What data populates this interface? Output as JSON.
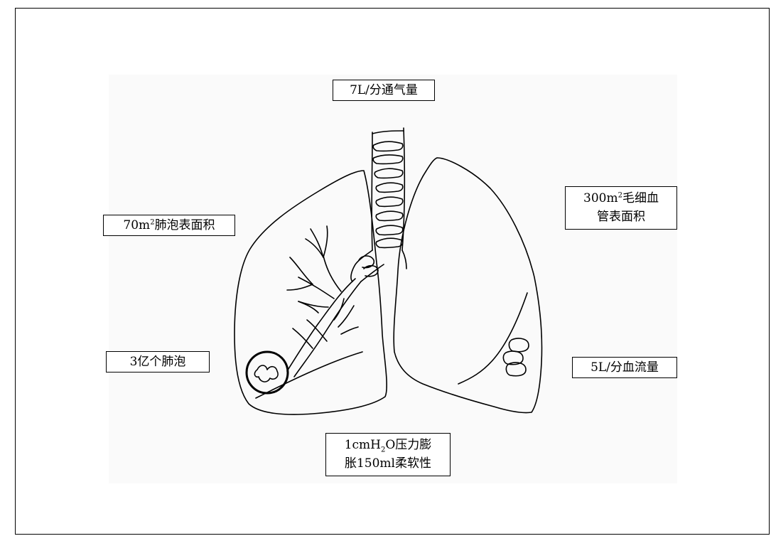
{
  "labels": {
    "ventilation": {
      "text": "7L/分通气量"
    },
    "alveolar_area": {
      "num": "70m",
      "sup": "2",
      "rest": "肺泡表面积"
    },
    "capillary_area": {
      "line1_num": "300m",
      "line1_sup": "2",
      "line1_rest": "毛细血",
      "line2": "管表面积"
    },
    "alveoli_count": {
      "text": "3亿个肺泡"
    },
    "blood_flow": {
      "text": "5L/分血流量"
    },
    "compliance": {
      "line1_a": "1cmH",
      "line1_sub": "2",
      "line1_b": "O压力膨",
      "line2": "胀150ml柔软性"
    }
  },
  "colors": {
    "stroke": "#000000",
    "background": "#ffffff",
    "fill_panel": "#fafafa"
  }
}
